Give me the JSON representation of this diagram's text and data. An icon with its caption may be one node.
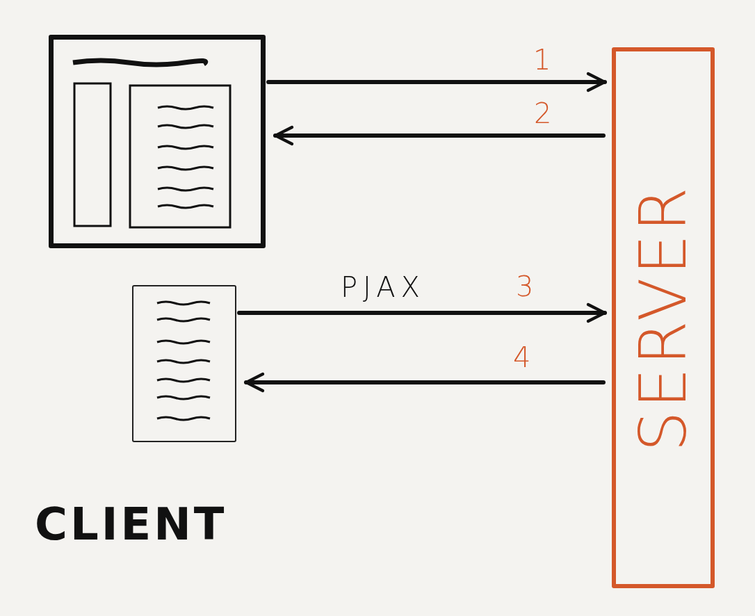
{
  "diagram": {
    "nodes": [
      {
        "text": [],
        "shape": "picture"
      },
      {
        "text": [],
        "shape": "picture"
      },
      {
        "text": [
          "SERVER"
        ]
      }
    ],
    "edges": [
      {
        "from": 0,
        "to": 2,
        "arrow": "to",
        "label": "1"
      },
      {
        "from": 2,
        "to": 0,
        "arrow": "to",
        "label": "2"
      },
      {
        "from": 1,
        "to": 2,
        "arrow": "to",
        "label": "3"
      },
      {
        "from": 2,
        "to": 1,
        "arrow": "to",
        "label": "4"
      }
    ],
    "labels": [
      "PJAX",
      "CLIENT"
    ]
  }
}
